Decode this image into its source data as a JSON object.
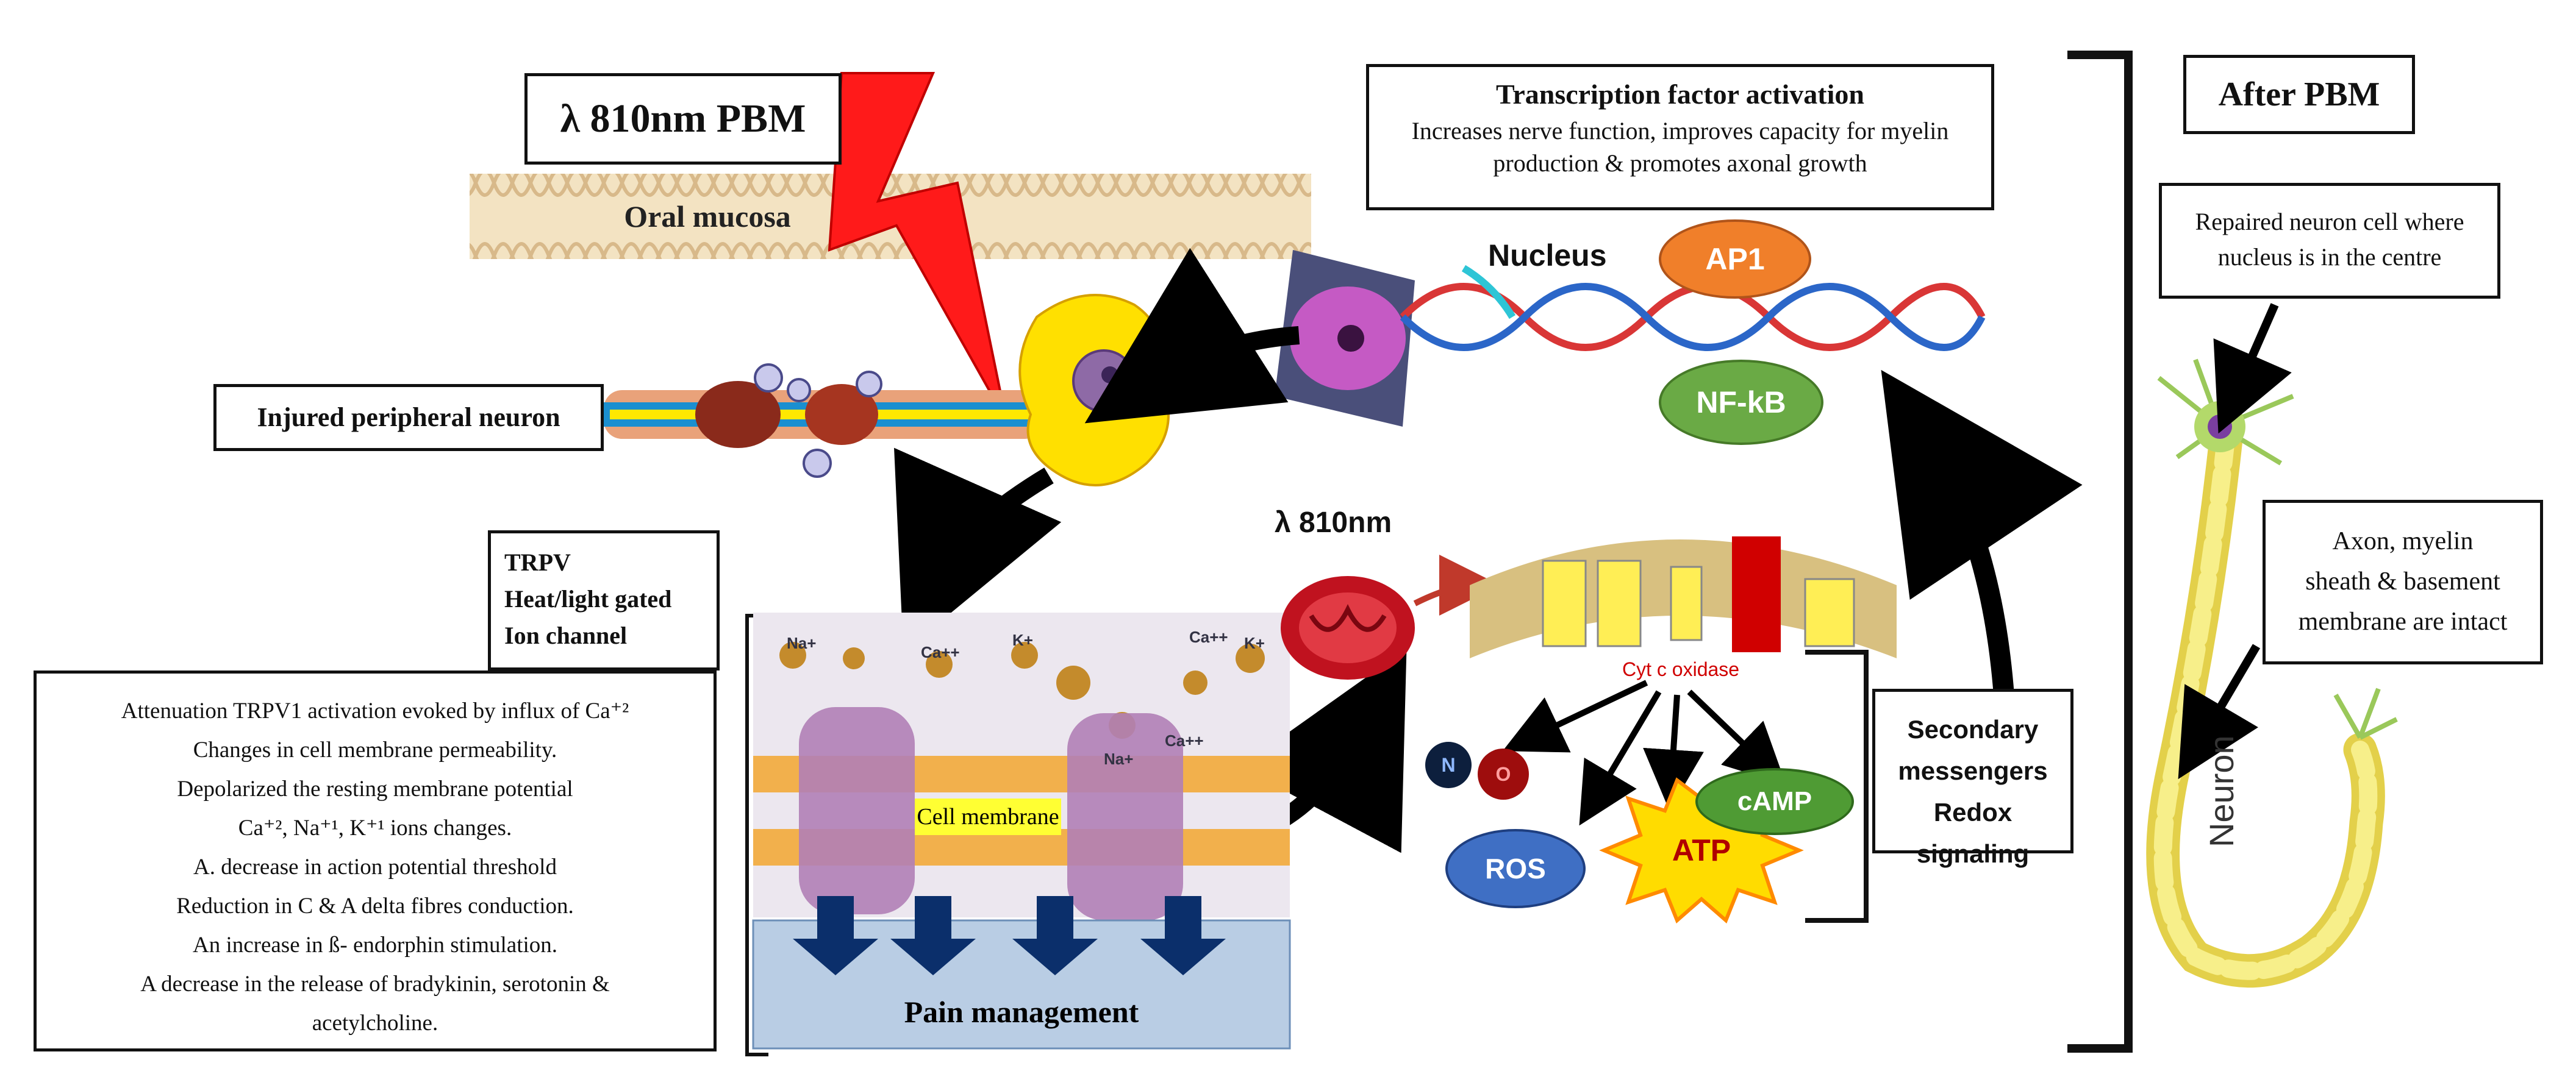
{
  "pbm_title": "λ 810nm PBM",
  "oral_mucosa": "Oral mucosa",
  "injured_neuron": "Injured peripheral neuron",
  "transcription": {
    "title": "Transcription factor activation",
    "line1": "Increases nerve function, improves capacity for myelin",
    "line2": "production & promotes axonal growth"
  },
  "nucleus": "Nucleus",
  "ap1": "AP1",
  "nfkb": "NF-kB",
  "after_pbm": "After PBM",
  "repaired": {
    "line1": "Repaired neuron cell where",
    "line2": "nucleus is in the centre"
  },
  "axon": {
    "line1": "Axon, myelin",
    "line2": "sheath & basement",
    "line3": "membrane are intact"
  },
  "neuron_label": "Neuron",
  "trpv": {
    "line1": "TRPV",
    "line2": "Heat/light gated",
    "line3": "Ion channel"
  },
  "effects": [
    "Attenuation TRPV1 activation evoked by influx of Ca⁺²",
    "Changes in cell membrane permeability.",
    "Depolarized the resting membrane potential",
    "Ca⁺², Na⁺¹, K⁺¹ ions changes.",
    "A. decrease in action potential threshold",
    "Reduction in  C & A delta fibres conduction.",
    "An increase in ß- endorphin stimulation.",
    "A decrease in the release of bradykinin, serotonin &",
    "acetylcholine."
  ],
  "ions": {
    "na": "Na+",
    "ca": "Ca++",
    "k": "K+"
  },
  "cell_membrane": "Cell membrane",
  "pain_management": "Pain management",
  "lambda_810": "λ 810nm",
  "cyt_oxidase": "Cyt c oxidase",
  "no_n": "N",
  "no_o": "O",
  "ros": "ROS",
  "atp": "ATP",
  "camp": "cAMP",
  "secondary": {
    "line1": "Secondary",
    "line2": "messengers",
    "line3": "Redox signaling"
  },
  "colors": {
    "bolt": "#ff1a1a",
    "ap1": "#f07f2a",
    "nfkb": "#6aaa45",
    "ros": "#3f6fc4",
    "atp": "#ffdc00",
    "camp": "#4f9b34",
    "pain_box": "#b9cde4",
    "arrow_blue": "#0b2f6b",
    "membrane_label": "#ffff33"
  }
}
